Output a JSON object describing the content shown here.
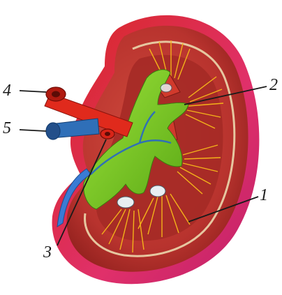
{
  "diagram": {
    "labels": [
      {
        "id": "1",
        "text": "1"
      },
      {
        "id": "2",
        "text": "2"
      },
      {
        "id": "3",
        "text": "3"
      },
      {
        "id": "4",
        "text": "4"
      },
      {
        "id": "5",
        "text": "5"
      }
    ]
  },
  "colors": {
    "capsule": "#e0306a",
    "cortex": "#b8332e",
    "cortex_dark": "#8e1f1c",
    "medulla_pyramid": "#c4302b",
    "pelvis_green": "#7ed321",
    "pelvis_green_dark": "#4e9a12",
    "artery_red": "#e02a1c",
    "vein_blue": "#2f6fb8",
    "ureter_blue": "#3a7bd5",
    "yellow_rays": "#f3b21a",
    "calyx_white": "#e8eef2",
    "leader_line": "#1a1a1a"
  }
}
